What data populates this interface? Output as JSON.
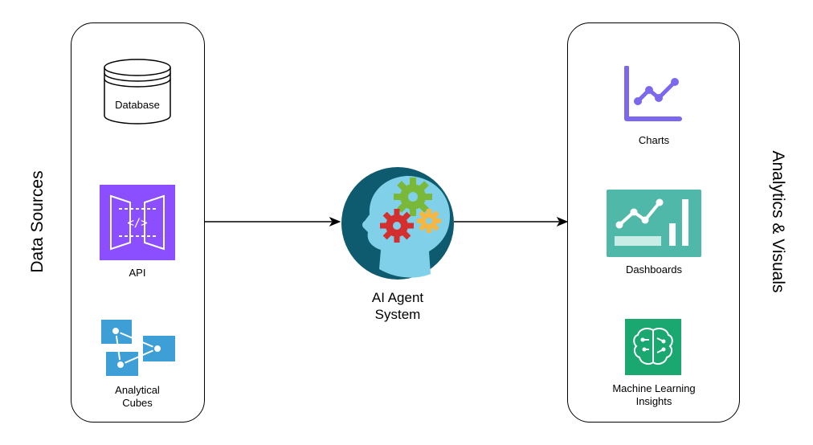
{
  "left_panel": {
    "title": "Data Sources",
    "items": [
      {
        "label": "Database",
        "icon": "database-icon"
      },
      {
        "label": "API",
        "icon": "api-gateway-icon"
      },
      {
        "label": "Analytical\nCubes",
        "icon": "analytical-cubes-icon"
      }
    ]
  },
  "center": {
    "label": "AI Agent\nSystem",
    "icon": "ai-brain-gears-icon"
  },
  "right_panel": {
    "title": "Analytics & Visuals",
    "items": [
      {
        "label": "Charts",
        "icon": "line-chart-icon"
      },
      {
        "label": "Dashboards",
        "icon": "dashboard-icon"
      },
      {
        "label": "Machine Learning\nInsights",
        "icon": "ml-brain-icon"
      }
    ]
  },
  "colors": {
    "api_purple": "#8c4fff",
    "chart_purple": "#7b68ee",
    "dashboard_teal": "#4fb8a8",
    "ml_green": "#1aa870",
    "cube_blue": "#3d9fd6",
    "head_dark": "#0e5a6e",
    "head_light": "#7fd0e8"
  }
}
